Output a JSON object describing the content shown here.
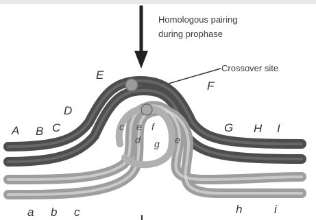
{
  "annotations": {
    "pairing_line1": "Homologous pairing",
    "pairing_line2": "during prophase",
    "crossover": "Crossover site"
  },
  "genes": {
    "upper": [
      "A",
      "B",
      "C",
      "D",
      "E",
      "F",
      "G",
      "H",
      "I"
    ],
    "lower": [
      "a",
      "b",
      "c",
      "h",
      "i"
    ],
    "loop": [
      "c",
      "d",
      "e",
      "f",
      "g",
      "e"
    ]
  },
  "colors": {
    "dark_chromosome": "#4d4d4d",
    "light_chromosome": "#b3b3b3",
    "crossover_node": "#9a9a9a"
  }
}
